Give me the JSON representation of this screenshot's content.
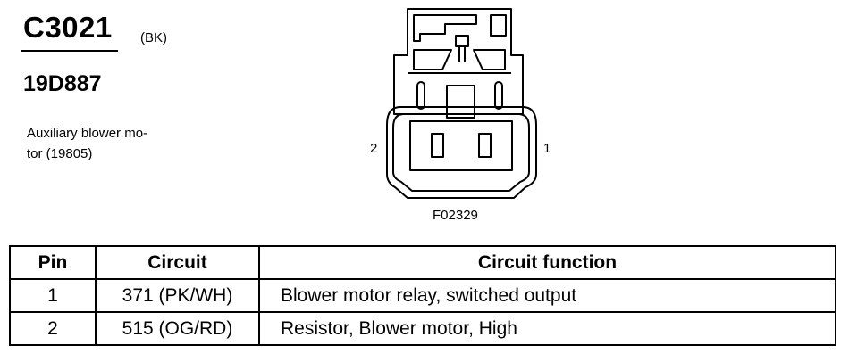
{
  "header": {
    "connector_id": "C3021",
    "connector_color": "(BK)",
    "part_number": "19D887"
  },
  "description": {
    "line1": "Auxiliary blower mo-",
    "line2": "tor (19805)"
  },
  "diagram": {
    "pin_left_label": "2",
    "pin_right_label": "1",
    "figure_id": "F02329"
  },
  "table": {
    "headers": [
      "Pin",
      "Circuit",
      "Circuit function"
    ],
    "rows": [
      [
        "1",
        "371 (PK/WH)",
        "Blower motor relay, switched output"
      ],
      [
        "2",
        "515 (OG/RD)",
        "Resistor, Blower motor, High"
      ]
    ]
  }
}
